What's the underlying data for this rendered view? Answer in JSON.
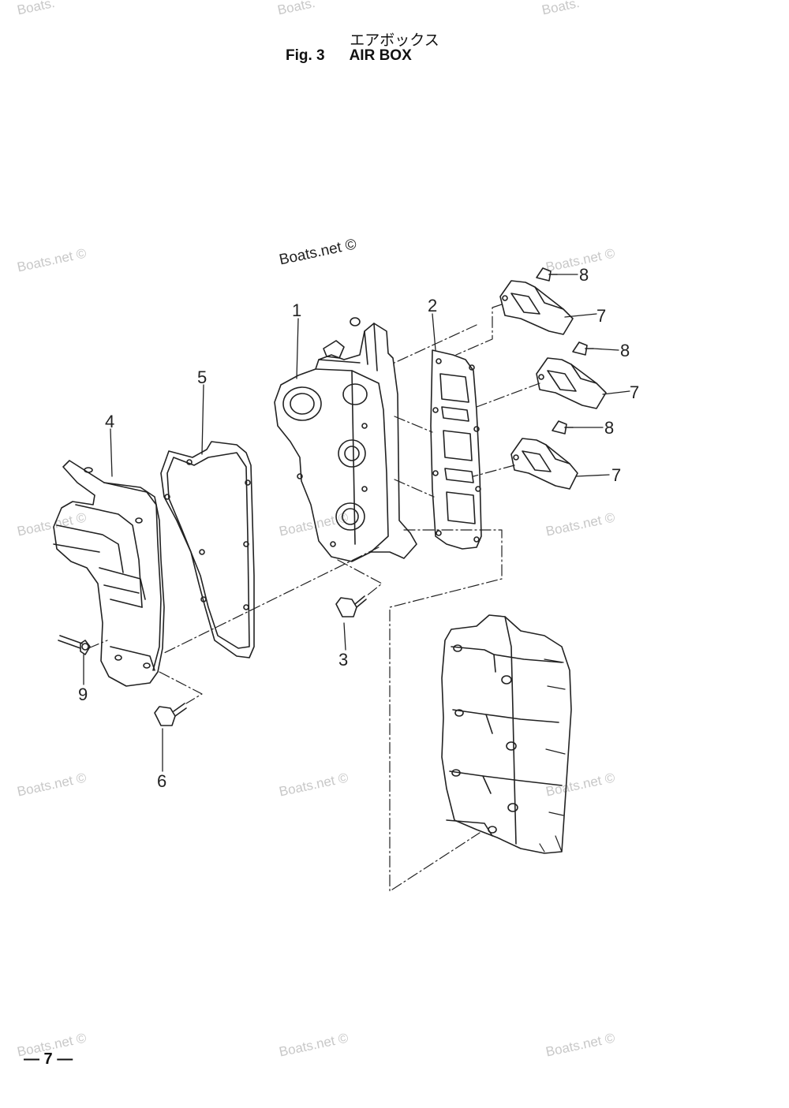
{
  "header": {
    "title_jp": "エアボックス",
    "fig_label": "Fig. 3",
    "title_en": "AIR BOX"
  },
  "watermark": {
    "text": "Boats.net ©",
    "top_partial": "Boats."
  },
  "callouts": {
    "c1": "1",
    "c2": "2",
    "c3": "3",
    "c4": "4",
    "c5": "5",
    "c6": "6",
    "c7a": "7",
    "c7b": "7",
    "c7c": "7",
    "c8a": "8",
    "c8b": "8",
    "c8c": "8",
    "c9": "9"
  },
  "footer": {
    "page_number": "— 7 —"
  }
}
